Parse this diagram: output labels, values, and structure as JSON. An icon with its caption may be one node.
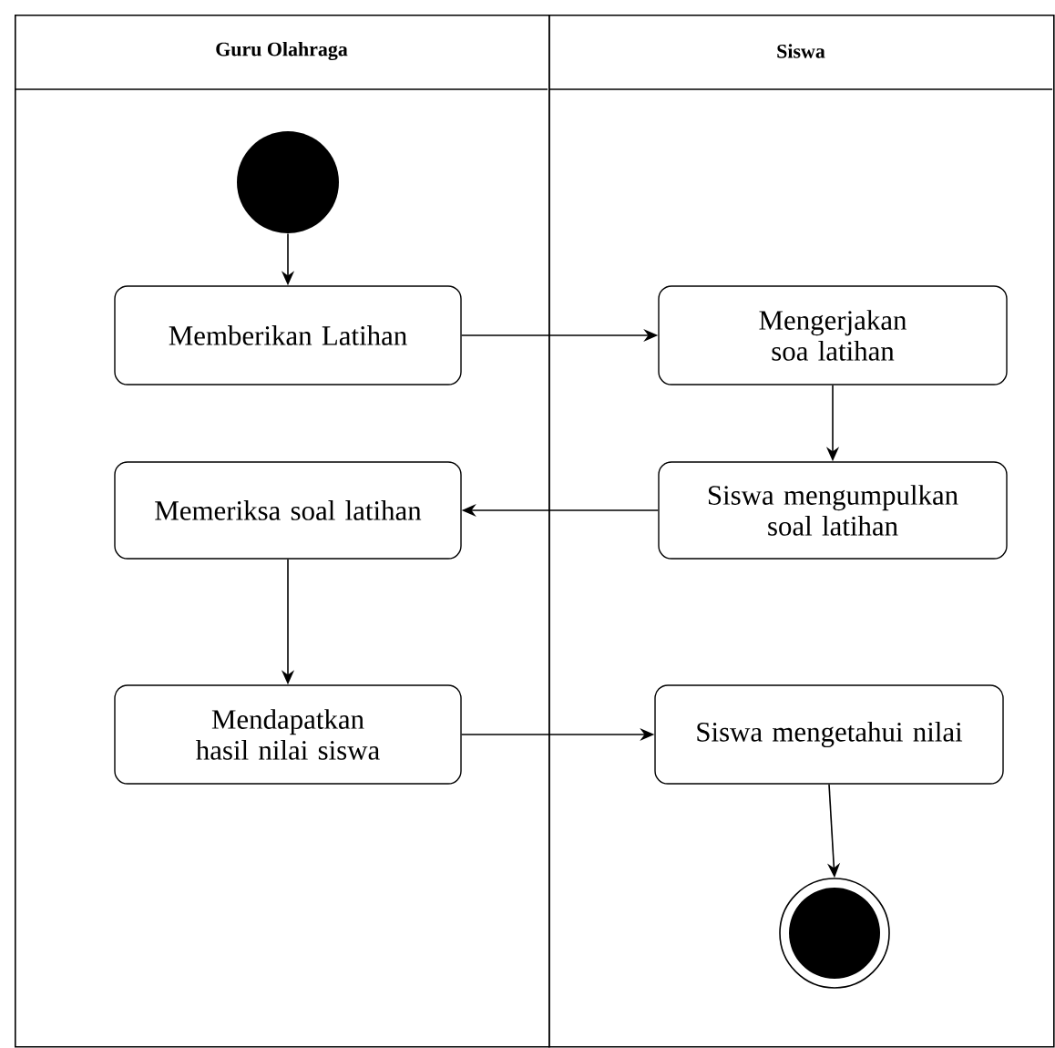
{
  "diagram": {
    "nodes": [
      {
        "text": [
          "Guru Olahraga"
        ]
      },
      {
        "text": [
          "Siswa"
        ]
      },
      {
        "text": [],
        "shape": "circle",
        "in": 0
      },
      {
        "text": [
          "Memberikan Latihan"
        ],
        "in": 0
      },
      {
        "text": [
          "Mengerjakan soa latihan"
        ],
        "in": 1
      },
      {
        "text": [
          "Siswa mengumpulkan soal latihan"
        ],
        "in": 1
      },
      {
        "text": [
          "Memeriksa soal latihan"
        ],
        "in": 0
      },
      {
        "text": [
          "Mendapatkan hasil nilai siswa"
        ],
        "in": 0
      },
      {
        "text": [
          "Siswa mengetahui nilai"
        ],
        "in": 1
      },
      {
        "text": [],
        "shape": "circle",
        "in": 1
      }
    ],
    "edges": [
      {
        "from": 2,
        "to": 3,
        "arrow": "to"
      },
      {
        "from": 3,
        "to": 4,
        "arrow": "to"
      },
      {
        "from": 4,
        "to": 5,
        "arrow": "to"
      },
      {
        "from": 5,
        "to": 6,
        "arrow": "to"
      },
      {
        "from": 6,
        "to": 7,
        "arrow": "to"
      },
      {
        "from": 7,
        "to": 8,
        "arrow": "to"
      },
      {
        "from": 8,
        "to": 9,
        "arrow": "to"
      }
    ]
  }
}
